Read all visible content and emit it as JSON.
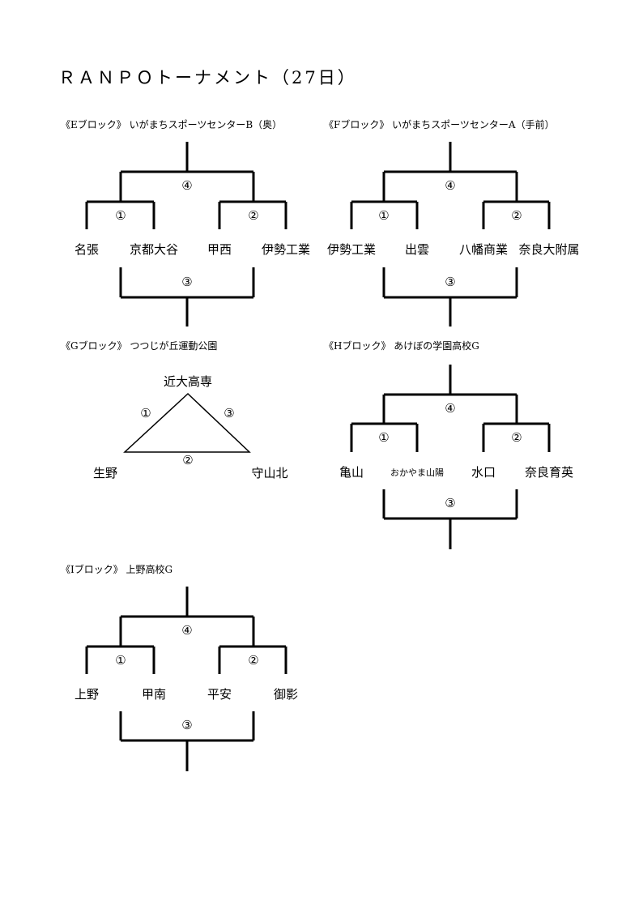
{
  "title": "ＲＡＮＰＯトーナメント（27日）",
  "blocks": {
    "e": {
      "header": "《Eブロック》 いがまちスポーツセンターB（奥）",
      "teams": [
        "名張",
        "京都大谷",
        "甲西",
        "伊勢工業"
      ],
      "matches": [
        "①",
        "②",
        "③",
        "④"
      ]
    },
    "f": {
      "header": "《Fブロック》 いがまちスポーツセンターA（手前）",
      "teams": [
        "伊勢工業",
        "出雲",
        "八幡商業",
        "奈良大附属"
      ],
      "matches": [
        "①",
        "②",
        "③",
        "④"
      ]
    },
    "g": {
      "header": "《Gブロック》 つつじが丘運動公園",
      "teams": [
        "近大高専",
        "生野",
        "守山北"
      ],
      "matches": [
        "①",
        "②",
        "③"
      ]
    },
    "h": {
      "header": "《Hブロック》 あけぼの学園高校G",
      "teams": [
        "亀山",
        "おかやま山陽",
        "水口",
        "奈良育英"
      ],
      "matches": [
        "①",
        "②",
        "③",
        "④"
      ]
    },
    "i": {
      "header": "《Iブロック》 上野高校G",
      "teams": [
        "上野",
        "甲南",
        "平安",
        "御影"
      ],
      "matches": [
        "①",
        "②",
        "③",
        "④"
      ]
    }
  }
}
